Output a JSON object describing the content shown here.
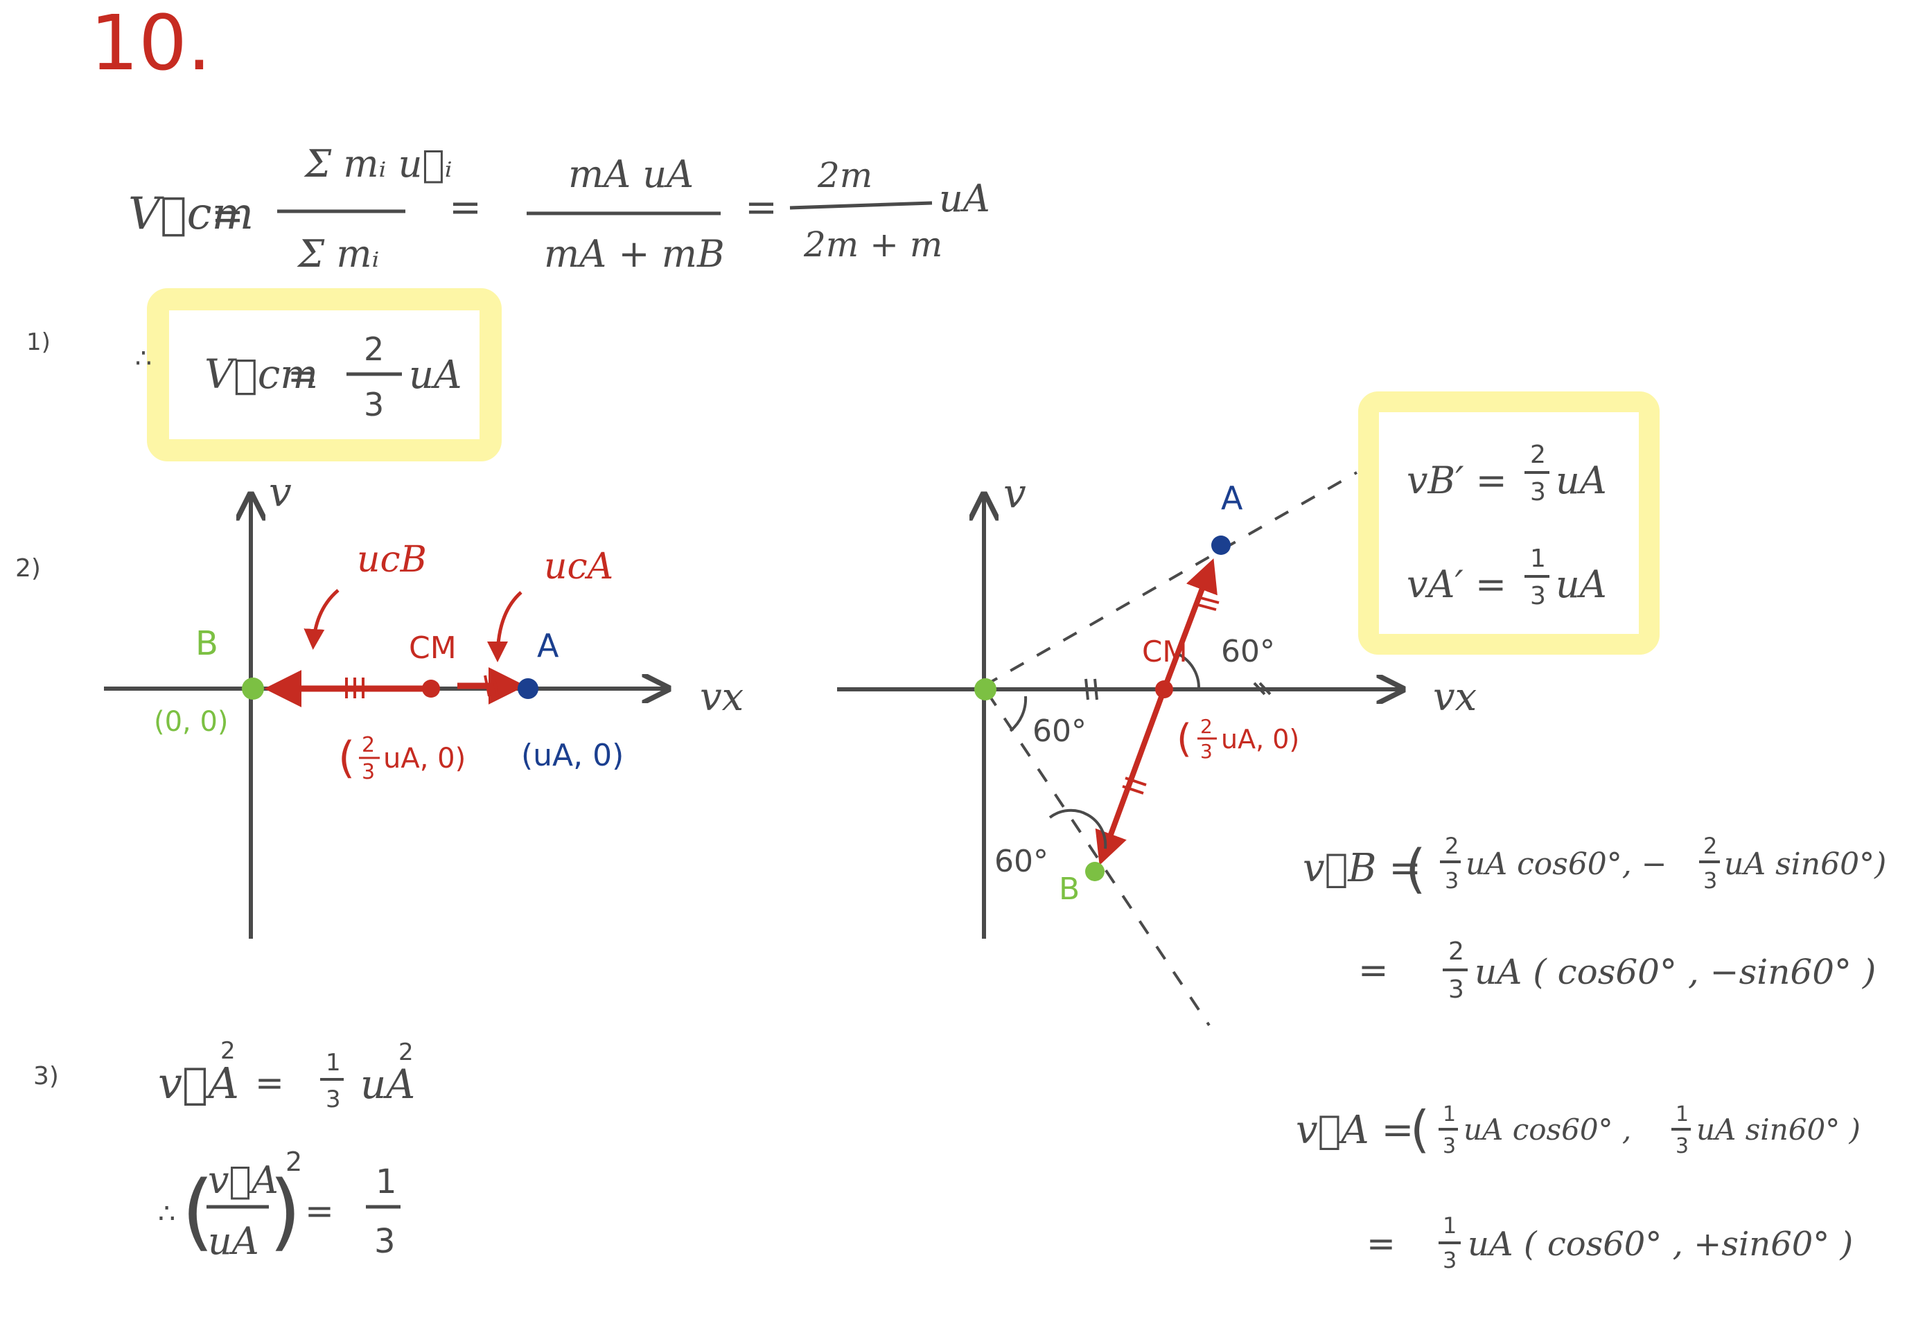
{
  "problem_number": "10.",
  "colors": {
    "ink": "#4a4a4a",
    "red": "#c62b21",
    "blue": "#1b3f8f",
    "green": "#7cc043",
    "highlight": "#fdf6a6"
  },
  "part1": {
    "label": "1)",
    "eq_lhs": "V⃗cm",
    "eq_sign": "=",
    "frac1_num": "Σ mᵢ u⃗ᵢ",
    "frac1_den": "Σ mᵢ",
    "frac2_num": "mA uA",
    "frac2_den": "mA + mB",
    "frac3_num": "2m",
    "frac3_den": "2m + m",
    "frac3_tail": "uA",
    "therefore": "∴",
    "result_lhs": "V⃗cm",
    "result_num": "2",
    "result_den": "3",
    "result_tail": "uA"
  },
  "part2": {
    "label": "2)",
    "left_graph": {
      "axis_v": "v",
      "axis_vx": "vx",
      "ucb_label": "ucB",
      "uca_label": "ucA",
      "point_B": "B",
      "point_CM": "CM",
      "point_A": "A",
      "coord_B": "(0, 0)",
      "coord_CM_num": "2",
      "coord_CM_den": "3",
      "coord_CM_tail": "uA, 0)",
      "coord_CM_open": "(",
      "coord_A": "(uA, 0)"
    },
    "right_graph": {
      "axis_v": "v",
      "axis_vx": "vx",
      "point_A": "A",
      "point_CM": "CM",
      "point_B": "B",
      "angle_top": "60°",
      "angle_left": "60°",
      "angle_bottom": "60°",
      "coord_CM_open": "(",
      "coord_CM_num": "2",
      "coord_CM_den": "3",
      "coord_CM_tail": "uA, 0)"
    },
    "box": {
      "vb_lhs": "vB′ =",
      "vb_num": "2",
      "vb_den": "3",
      "vb_tail": "uA",
      "va_lhs": "vA′ =",
      "va_num": "1",
      "va_den": "3",
      "va_tail": "uA"
    },
    "vb_vector": {
      "line1_lhs": "v⃗B =",
      "line1_open": "(",
      "line1_num": "2",
      "line1_den": "3",
      "line1_mid": "uA cos60°, −",
      "line1_num2": "2",
      "line1_den2": "3",
      "line1_end": "uA sin60°)",
      "line2_eq": "=",
      "line2_num": "2",
      "line2_den": "3",
      "line2_tail": "uA ( cos60° , −sin60° )"
    },
    "va_vector": {
      "line1_lhs": "v⃗A =",
      "line1_open": "(",
      "line1_num": "1",
      "line1_den": "3",
      "line1_mid": "uA cos60° ,",
      "line1_num2": "1",
      "line1_den2": "3",
      "line1_end": "uA sin60° )",
      "line2_eq": "=",
      "line2_num": "1",
      "line2_den": "3",
      "line2_tail": "uA ( cos60° , +sin60° )"
    }
  },
  "part3": {
    "label": "3)",
    "line1_lhs": "v⃗A",
    "line1_exp": "2",
    "line1_eq": "=",
    "line1_num": "1",
    "line1_den": "3",
    "line1_tail": "uA",
    "line1_tail_exp": "2",
    "line2_therefore": "∴",
    "line2_num": "v⃗A",
    "line2_den": "uA",
    "line2_exp": "2",
    "line2_eq": "=",
    "line2_rnum": "1",
    "line2_rden": "3"
  }
}
